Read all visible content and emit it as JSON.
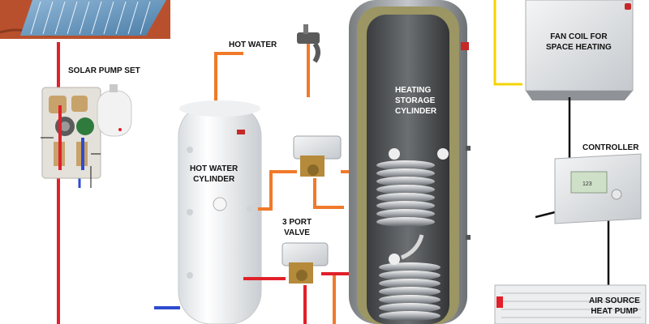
{
  "labels": {
    "solar_pump_set": "SOLAR PUMP SET",
    "hot_water": "HOT WATER",
    "hot_water_cylinder_line1": "HOT WATER",
    "hot_water_cylinder_line2": "CYLINDER",
    "heating_storage_line1": "HEATING",
    "heating_storage_line2": "STORAGE",
    "heating_storage_line3": "CYLINDER",
    "three_port_valve_line1": "3 PORT",
    "three_port_valve_line2": "VALVE",
    "fan_coil_line1": "FAN COIL FOR",
    "fan_coil_line2": "SPACE HEATING",
    "controller": "CONTROLLER",
    "air_source_line1": "AIR SOURCE",
    "air_source_line2": "HEAT PUMP"
  },
  "controller_display": "123",
  "colors": {
    "hot_pipe": "#f07a2a",
    "flow_pipe": "#e0202a",
    "cold_pipe": "#2f4bd0",
    "signal_wire": "#f5d400",
    "cable": "#111111"
  }
}
